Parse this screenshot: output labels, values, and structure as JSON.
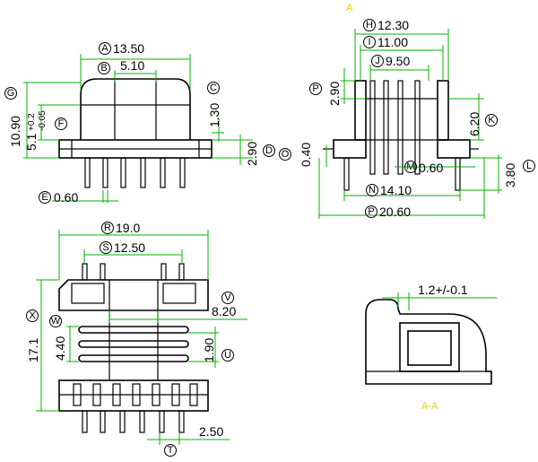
{
  "colors": {
    "outline": "#000000",
    "dimension": "#00b300",
    "section_label": "#e6d200"
  },
  "dims": {
    "A": {
      "letter": "A",
      "value": "13.50"
    },
    "B": {
      "letter": "B",
      "value": "5.10"
    },
    "C": {
      "letter": "C",
      "value": "1.30"
    },
    "D": {
      "letter": "D",
      "value": "2.90"
    },
    "E": {
      "letter": "E",
      "value": "0.60"
    },
    "F": {
      "letter": "F",
      "value": "5.1",
      "tol_plus": "+0.2",
      "tol_minus": "-0.05"
    },
    "G": {
      "letter": "G",
      "value": "10.90"
    },
    "H": {
      "letter": "H",
      "value": "12.30"
    },
    "I": {
      "letter": "I",
      "value": "11.00"
    },
    "J": {
      "letter": "J",
      "value": "9.50"
    },
    "K": {
      "letter": "K",
      "value": "6.20"
    },
    "L": {
      "letter": "L",
      "value": "3.80"
    },
    "M": {
      "letter": "M",
      "value": "0.60"
    },
    "N": {
      "letter": "N",
      "value": "14.10"
    },
    "O": {
      "letter": "O",
      "value": "0.40"
    },
    "P": {
      "letter": "P",
      "value": "20.60"
    },
    "P2": {
      "letter": "P",
      "value": "2.90"
    },
    "R": {
      "letter": "R",
      "value": "19.0"
    },
    "S": {
      "letter": "S",
      "value": "12.50"
    },
    "T": {
      "letter": "T",
      "value": "2.50"
    },
    "U": {
      "letter": "U",
      "value": "1.90"
    },
    "V": {
      "letter": "V",
      "value": "8.20"
    },
    "W": {
      "letter": "W",
      "value": "4.40"
    },
    "X": {
      "letter": "X",
      "value": "17.1"
    }
  },
  "section": {
    "label": "A-A",
    "mark": "A",
    "wall": "1.2+/-0.1"
  }
}
